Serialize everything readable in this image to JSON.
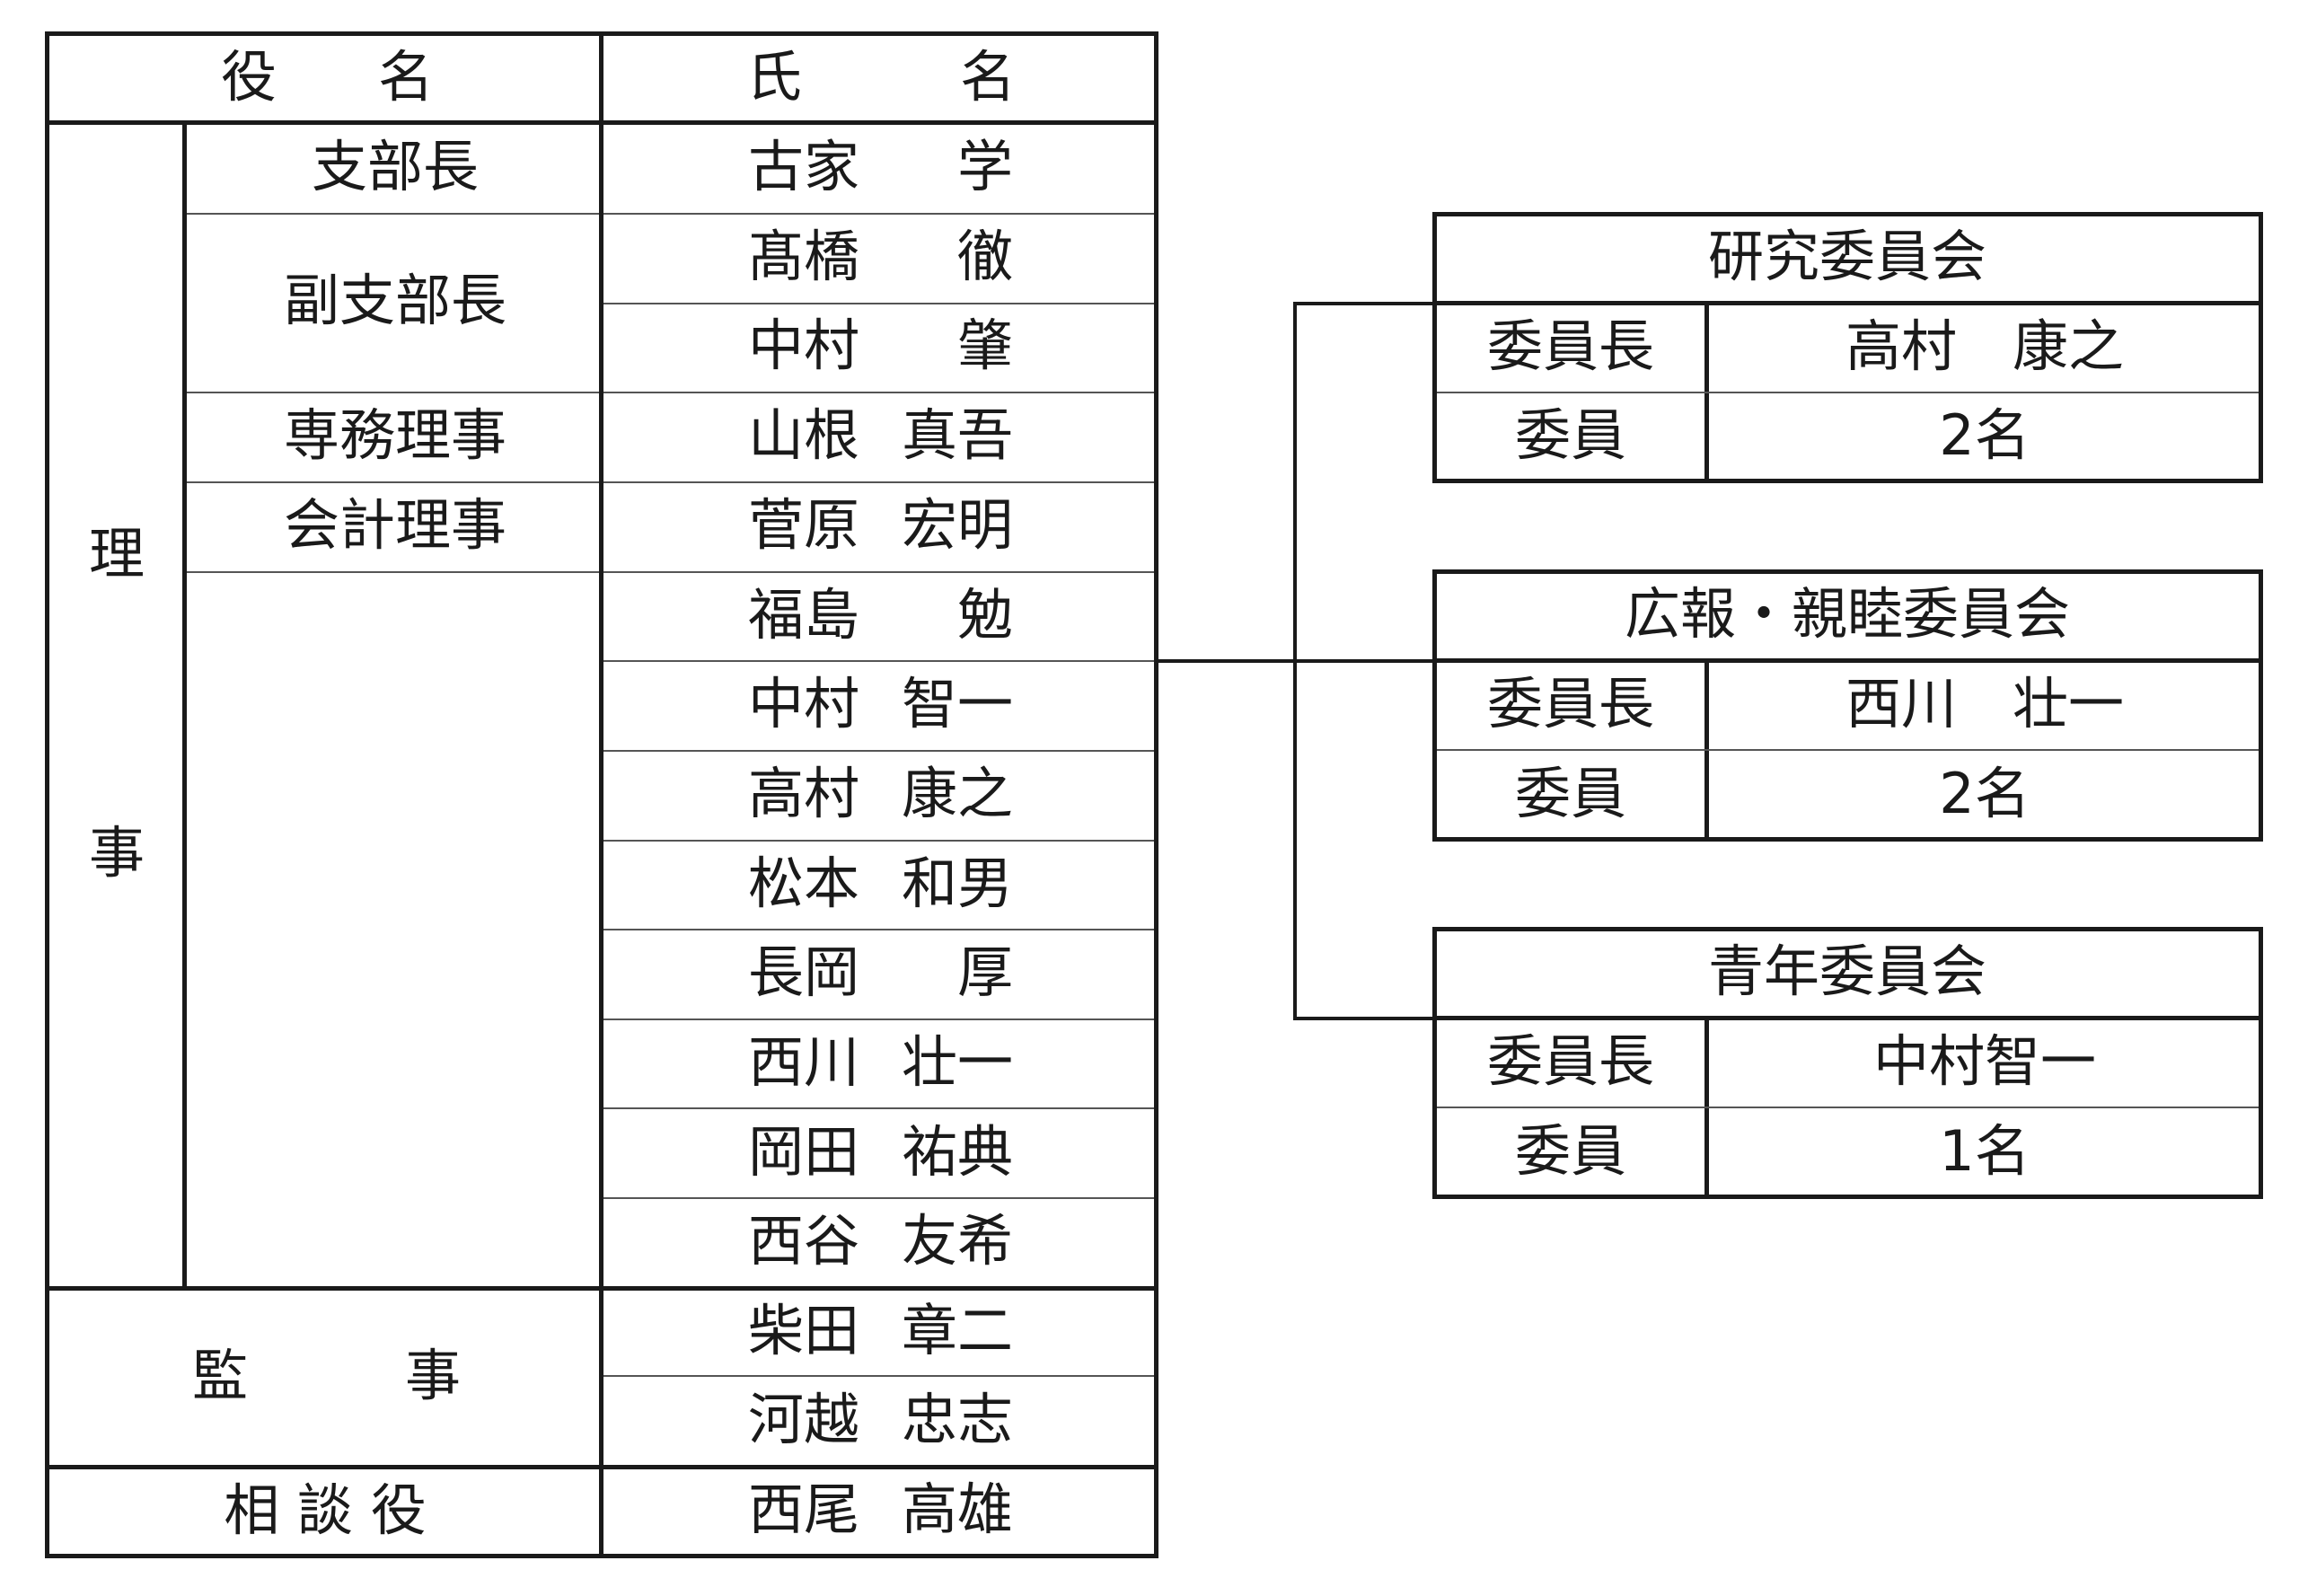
{
  "table": {
    "headers": {
      "role_col": [
        "役",
        "名"
      ],
      "name_col": [
        "氏",
        "名"
      ]
    },
    "riji_label": [
      "理",
      "事"
    ],
    "roles": {
      "shibucho": "支部長",
      "fuku_shibucho": "副支部長",
      "senmu_riji": "専務理事",
      "kaikei_riji": "会計理事",
      "kanji": [
        "監",
        "事"
      ],
      "sodanyaku": "相 談 役"
    },
    "names": [
      [
        "古家",
        "学"
      ],
      [
        "髙橋",
        "徹"
      ],
      [
        "中村",
        "肇"
      ],
      [
        "山根",
        "真吾"
      ],
      [
        "菅原",
        "宏明"
      ],
      [
        "福島",
        "勉"
      ],
      [
        "中村",
        "智一"
      ],
      [
        "高村",
        "康之"
      ],
      [
        "松本",
        "和男"
      ],
      [
        "長岡",
        "厚"
      ],
      [
        "西川",
        "壮一"
      ],
      [
        "岡田",
        "祐典"
      ],
      [
        "西谷",
        "友希"
      ],
      [
        "柴田",
        "章二"
      ],
      [
        "河越",
        "忠志"
      ],
      [
        "西尾",
        "高雄"
      ]
    ]
  },
  "committees": [
    {
      "title": "研究委員会",
      "chair_label": "委員長",
      "chair": "高村　康之",
      "member_label": "委員",
      "members": "2名"
    },
    {
      "title": "広報・親睦委員会",
      "chair_label": "委員長",
      "chair": "西川　壮一",
      "member_label": "委員",
      "members": "2名"
    },
    {
      "title": "青年委員会",
      "chair_label": "委員長",
      "chair": "中村智一",
      "member_label": "委員",
      "members": "1名"
    }
  ]
}
